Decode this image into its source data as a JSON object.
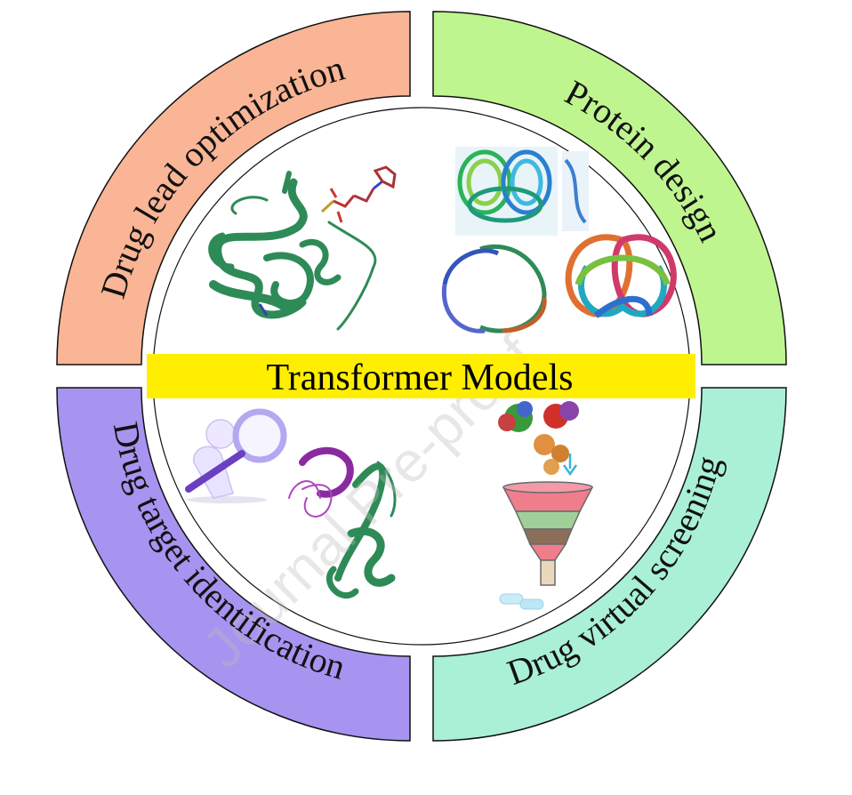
{
  "diagram": {
    "center_label": "Transformer Models",
    "watermark": "Journal Pre-proof",
    "quadrants": [
      {
        "id": "top-left",
        "label": "Drug lead optimization",
        "color": "#f9b595"
      },
      {
        "id": "top-right",
        "label": "Protein design",
        "color": "#bff58f"
      },
      {
        "id": "bottom-left",
        "label": "Drug target identification",
        "color": "#a793f0"
      },
      {
        "id": "bottom-right",
        "label": "Drug virtual screening",
        "color": "#a9f0d6"
      }
    ],
    "colors": {
      "center_band": "#ffee00",
      "outline": "#111111"
    }
  }
}
